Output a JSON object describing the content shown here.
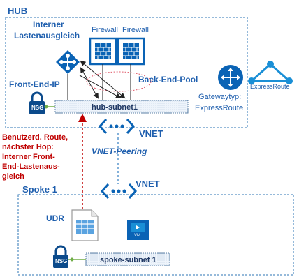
{
  "hub": {
    "title": "HUB",
    "load_balancer_label_line1": "Interner",
    "load_balancer_label_line2": "Lastenausgleich",
    "firewall_label_1": "Firewall",
    "firewall_label_2": "Firewall",
    "frontend_ip_label": "Front-End-IP",
    "backend_pool_label": "Back-End-Pool",
    "subnet_label": "hub-subnet1",
    "nsg_label": "NSG",
    "gateway_label_line1": "Gatewaytyp:",
    "gateway_label_line2": "ExpressRoute",
    "expressroute_label": "ExpressRoute"
  },
  "vnet_top_label": "VNET",
  "peering_label": "VNET-Peering",
  "vnet_bottom_label": "VNET",
  "route_note": {
    "line1": "Benutzerd. Route,",
    "line2": "nächster Hop:",
    "line3": "Interner Front-",
    "line4": "End-Lastenaus-",
    "line5": "gleich"
  },
  "spoke": {
    "title": "Spoke 1",
    "udr_label": "UDR",
    "vm_label": "VM",
    "nsg_label": "NSG",
    "subnet_label": "spoke-subnet 1"
  },
  "colors": {
    "azure_blue": "#0078d4",
    "text_blue": "#1f5fae",
    "route_red": "#c00000",
    "subnet_fill": "#eef4fb"
  }
}
